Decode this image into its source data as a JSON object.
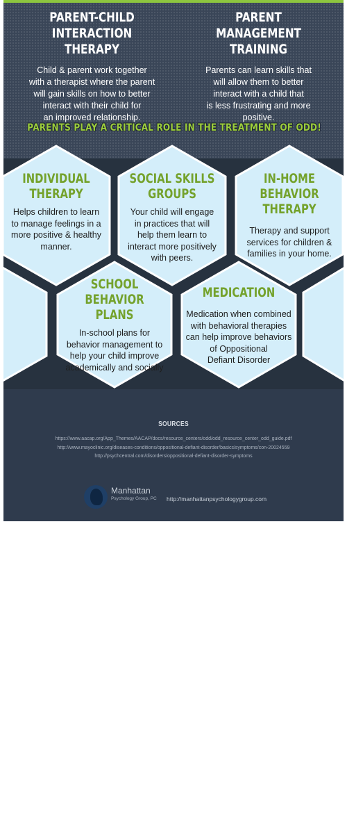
{
  "therapies": {
    "left": {
      "title_line1": "PARENT-CHILD",
      "title_line2": "INTERACTION THERAPY",
      "desc": [
        "Child & parent work together",
        "with a therapist where the parent",
        "will gain skills on how to better",
        "interact with their child for",
        "an improved relationship."
      ]
    },
    "right": {
      "title_line1": "PARENT MANAGEMENT",
      "title_line2": "TRAINING",
      "desc": [
        "Parents can learn skills that",
        "will allow them to better",
        "interact with a child that",
        "is less frustrating and more",
        "positive."
      ]
    }
  },
  "banner": "PARENTS PLAY A CRITICAL ROLE IN THE TREATMENT OF ODD!",
  "hexes": [
    {
      "title": [
        "INDIVIDUAL",
        "THERAPY"
      ],
      "desc": [
        "Helps children to learn",
        "to manage feelings in a",
        "more positive & healthy",
        "manner."
      ]
    },
    {
      "title": [
        "SOCIAL SKILLS",
        "GROUPS"
      ],
      "desc": [
        "Your child will engage",
        "in practices that will",
        "help them learn to",
        "interact more positively",
        "with peers."
      ]
    },
    {
      "title": [
        "IN-HOME",
        "BEHAVIOR THERAPY"
      ],
      "desc": [
        "Therapy and support",
        "services for children &",
        "families in your home."
      ]
    },
    {
      "title": [
        "SCHOOL",
        "BEHAVIOR PLANS"
      ],
      "desc": [
        "In-school plans for",
        "behavior management to",
        "help your child improve",
        "academically and socially"
      ]
    },
    {
      "title": [
        "MEDICATION"
      ],
      "desc": [
        "Medication when  combined",
        "with behavioral therapies",
        "can help improve behaviors",
        "of Oppositional",
        "Defiant Disorder"
      ]
    }
  ],
  "sources": {
    "heading": "SOURCES",
    "urls": [
      "https://www.aacap.org/App_Themes/AACAP/docs/resource_centers/odd/odd_resource_center_odd_guide.pdf",
      "http://www.mayoclinic.org/diseases-conditions/oppositional-defiant-disorder/basics/symptoms/con-20024559",
      "http://psychcentral.com/disorders/oppositional-defiant-disorder-symptoms"
    ]
  },
  "footer": {
    "logo_name": "Manhattan",
    "logo_sub": "Psychology Group, PC",
    "website": "http://manhattanpsychologygroup.com"
  },
  "colors": {
    "accent_green": "#8dc63f",
    "hex_fill": "#d4eefa",
    "background": "#2f3b4d"
  }
}
